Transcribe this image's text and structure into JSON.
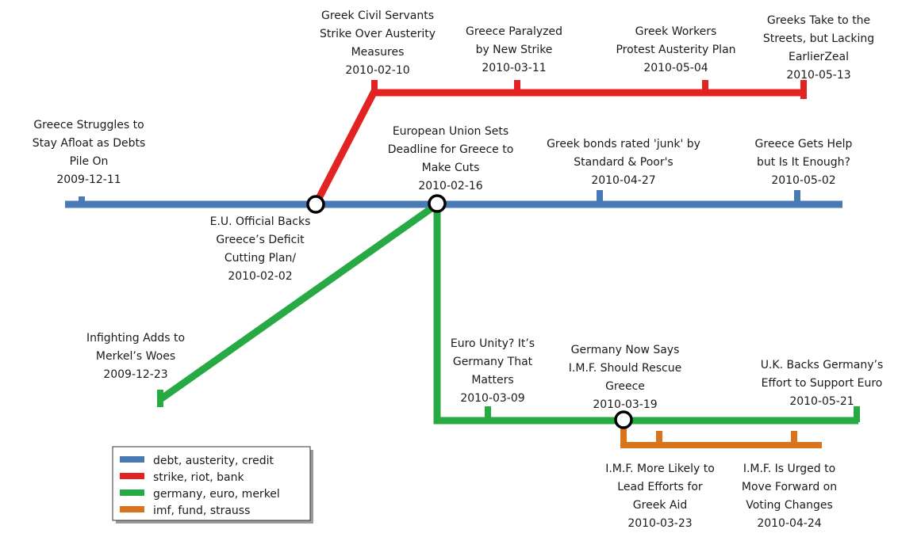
{
  "colors": {
    "debt": "#4a7ab5",
    "strike": "#e32222",
    "germany": "#27a943",
    "imf": "#d9741c"
  },
  "labels": {
    "greece_struggles": [
      "Greece  Struggles to",
      "Stay Afloat as Debts",
      "Pile On",
      "2009-12-11"
    ],
    "eu_official": [
      "E.U. Official Backs",
      "Greece’s Deficit",
      "Cutting Plan/",
      "2010-02-02"
    ],
    "eu_deadline": [
      "European Union Sets",
      "Deadline for Greece  to",
      "Make Cuts",
      "2010-02-16"
    ],
    "greek_bonds": [
      "Greek bonds rated 'junk' by",
      "Standard & Poor's",
      "2010-04-27"
    ],
    "greece_help": [
      "Greece Gets Help",
      "but Is It Enough?",
      "2010-05-02"
    ],
    "civil_servants": [
      "Greek Civil Servants",
      "Strike Over Austerity",
      "Measures",
      "2010-02-10"
    ],
    "paralyzed": [
      "Greece Paralyzed",
      "by New Strike",
      "2010-03-11"
    ],
    "workers": [
      "Greek Workers",
      "Protest Austerity Plan",
      "2010-05-04"
    ],
    "streets": [
      "Greeks Take to the",
      "Streets, but Lacking",
      "EarlierZeal",
      "2010-05-13"
    ],
    "infighting": [
      "Infighting Adds to",
      "Merkel’s Woes",
      "2009-12-23"
    ],
    "euro_unity": [
      "Euro Unity? It’s",
      "Germany That",
      "Matters",
      "2010-03-09"
    ],
    "germany_imf": [
      "Germany Now Says",
      "I.M.F. Should Rescue",
      "Greece",
      "2010-03-19"
    ],
    "uk_backs": [
      "U.K. Backs Germany’s",
      "Effort to Support Euro",
      "2010-05-21"
    ],
    "imf_likely": [
      "I.M.F. More Likely to",
      "Lead Efforts for",
      "Greek Aid",
      "2010-03-23"
    ],
    "imf_urged": [
      "I.M.F. Is Urged to",
      "Move Forward on",
      "Voting Changes",
      "2010-04-24"
    ]
  },
  "legend": [
    {
      "label": "debt, austerity, credit",
      "color": "#4a7ab5"
    },
    {
      "label": "strike, riot, bank",
      "color": "#e32222"
    },
    {
      "label": "germany, euro, merkel",
      "color": "#27a943"
    },
    {
      "label": "imf, fund, strauss",
      "color": "#d9741c"
    }
  ]
}
